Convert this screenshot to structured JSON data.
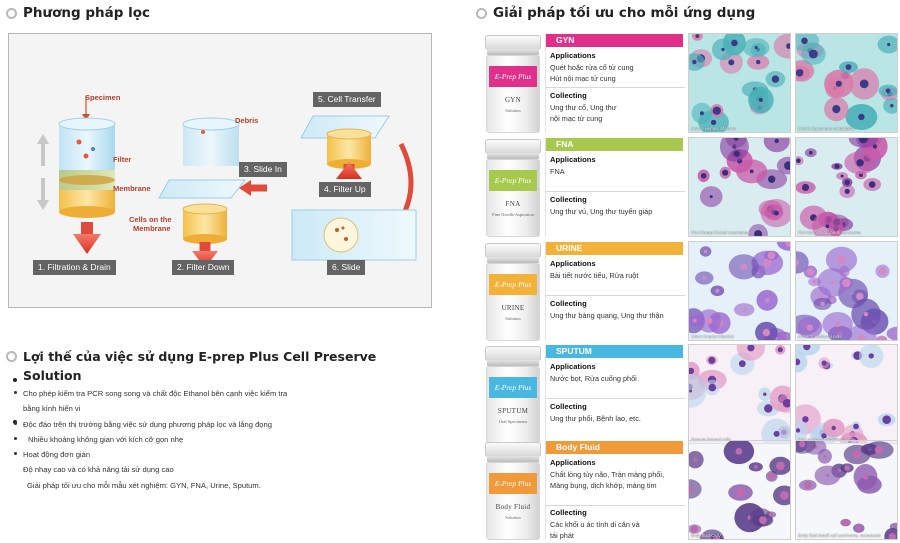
{
  "left_title": "Phương pháp lọc",
  "right_title": "Giải pháp tối ưu cho mỗi ứng dụng",
  "diagram": {
    "callouts": {
      "specimen": "Specimen",
      "filter": "Filter",
      "membrane": "Membrane",
      "debris": "Debris",
      "cells1": "Cells on the",
      "cells2": "Membrane"
    },
    "steps": [
      "1. Filtration & Drain",
      "2. Filter Down",
      "3. Slide In",
      "4. Filter Up",
      "5. Cell Transfer",
      "6. Slide"
    ]
  },
  "advantages": {
    "title_line1": "Lợi thế của việc sử dụng E-prep Plus Cell Preserve",
    "title_line2": "Solution",
    "items": [
      "Cho phép kiểm tra PCR song song và chất độc Ethanol bên cạnh việc kiểm tra",
      "bằng kính hiển vi",
      "",
      "Độc đáo trên thị trường bằng việc sử dụng phương pháp lọc và lắng đọng",
      "Nhiều khoảng không gian với kích cỡ gọn nhẹ",
      "Hoạt động đơn giản",
      "Độ nhạy cao và có khả năng tải sử dụng cao",
      "Giải pháp tối ưu cho mỗi mẫu xét nghiệm: GYN, FNA, Urine, Sputum."
    ]
  },
  "apps_labels": {
    "applications": "Applications",
    "collecting": "Collecting",
    "brand": "E-Prep Plus"
  },
  "apps": [
    {
      "name": "GYN",
      "color": "#e0308a",
      "applications": [
        "Quét hoặc rửa cổ tử cung",
        "Hút nội mạc tử cung"
      ],
      "collecting": [
        "Ung thư cổ, Ung thư",
        "nội mạc tử cung"
      ],
      "vial_name": "GYN",
      "vial_sub": "Solution",
      "captions": [
        "Cervix-Herpes infection",
        "Cervix-Squamous metaplasia"
      ]
    },
    {
      "name": "FNA",
      "color": "#a7c94d",
      "applications": [
        "FNA"
      ],
      "collecting": [
        "Ung thư vú, Ung thư tuyến giáp"
      ],
      "vial_name": "FNA",
      "vial_sub": "Fine Needle Aspiration",
      "captions": [
        "FNA Breast-Ductal carcinoma",
        "FNA Breast-Mucinous carcinoma"
      ]
    },
    {
      "name": "URINE",
      "color": "#f2b23a",
      "applications": [
        "Bài tiết nước tiểu, Rửa ruột"
      ],
      "collecting": [
        "Ung thư bàng quang, Ung thư thận"
      ],
      "vial_name": "URINE",
      "vial_sub": "Solution",
      "captions": [
        "Urine-Herpes infection",
        "Urine-Transitional cells"
      ]
    },
    {
      "name": "SPUTUM",
      "color": "#49b8e0",
      "applications": [
        "Nước bọt, Rửa cuống phổi"
      ],
      "collecting": [
        "Ung thư phổi, Bệnh lao, etc."
      ],
      "vial_name": "SPUTUM",
      "vial_sub": "Oral Specimens",
      "captions": [
        "Sputum-Normal cells",
        "Oral mucosa-Parakeratosis"
      ]
    },
    {
      "name": "Body Fluid",
      "color": "#f09a3a",
      "applications": [
        "Chất lỏng tủy não, Tràn màng phổi,",
        "Màng bụng, dịch khớp, màng tim"
      ],
      "collecting": [
        "Các khối u ác tính di căn và",
        "tái phát"
      ],
      "vial_name": "Body Fluid",
      "vial_sub": "Solution",
      "captions": [
        "Body fluid-CMV",
        "Body fluid-Small cell carcinoma, metastasis"
      ]
    }
  ]
}
